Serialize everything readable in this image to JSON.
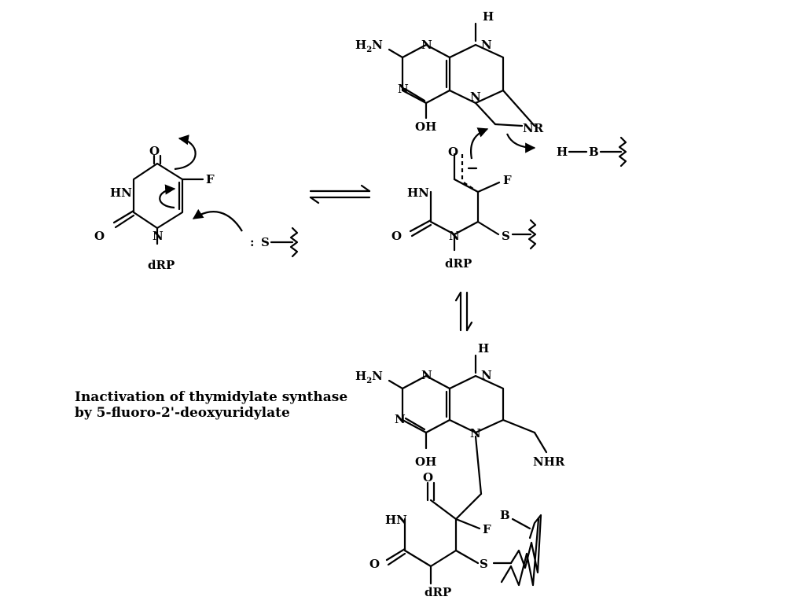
{
  "caption": {
    "line1": "Inactivation of thymidylate synthase",
    "line2": "by 5-fluoro-2'-deoxyuridylate"
  },
  "atoms": {
    "O": "O",
    "F": "F",
    "HN": "HN",
    "N": "N",
    "H": "H",
    "S": "S",
    "B": "B",
    "OH": "OH",
    "NR": "NR",
    "NHR": "NHR",
    "dRP": "dRP",
    "H2": "H",
    "sub2": "2",
    "N_amine": "N",
    "colon": ":"
  },
  "colors": {
    "ink": "#000000",
    "background": "#ffffff"
  }
}
